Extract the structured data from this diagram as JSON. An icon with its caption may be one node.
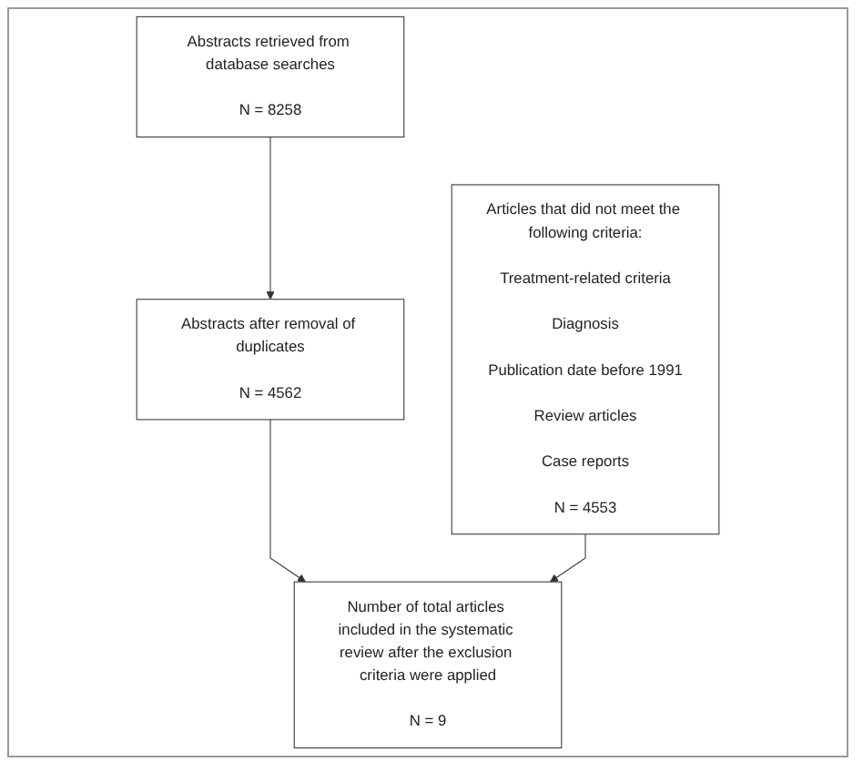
{
  "diagram": {
    "nodes": [
      {
        "text": [
          "Abstracts retrieved from database searches",
          "N = 8258"
        ]
      },
      {
        "text": [
          "Abstracts after removal of duplicates",
          "N = 4562"
        ]
      },
      {
        "text": [
          "Articles that did not meet the following criteria:",
          "Treatment-related criteria",
          "Diagnosis",
          "Publication date before 1991",
          "Review articles",
          "Case reports",
          "N = 4553"
        ]
      },
      {
        "text": [
          "Number of total articles included in the systematic review after the exclusion criteria were applied",
          "N = 9"
        ]
      }
    ],
    "edges": [
      {
        "from": 0,
        "to": 1,
        "arrow": "to"
      },
      {
        "from": 1,
        "to": 3,
        "arrow": "to"
      },
      {
        "from": 2,
        "to": 3,
        "arrow": "to"
      }
    ]
  }
}
